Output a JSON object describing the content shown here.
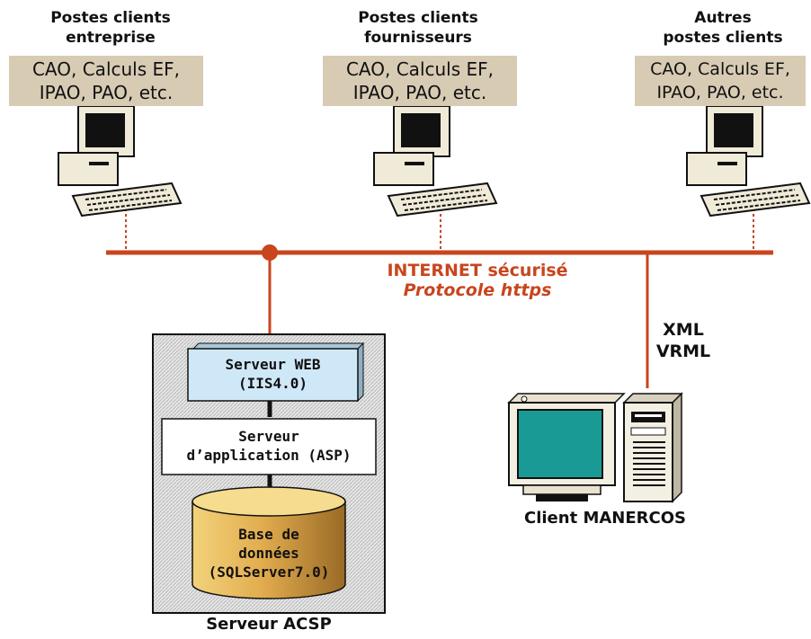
{
  "clients": [
    {
      "title": "Postes clients\nentreprise",
      "apps": "CAO, Calculs EF,\nIPAO, PAO, etc."
    },
    {
      "title": "Postes clients\nfournisseurs",
      "apps": "CAO, Calculs EF,\nIPAO, PAO, etc."
    },
    {
      "title": "Autres\npostes clients",
      "apps": "CAO, Calculs EF,\nIPAO, PAO, etc."
    }
  ],
  "network": {
    "line1": "INTERNET sécurisé",
    "line2": "Protocole https"
  },
  "protocols": {
    "line1": "XML",
    "line2": "VRML"
  },
  "server": {
    "web": "Serveur WEB\n(IIS4.0)",
    "app": "Serveur\nd’application (ASP)",
    "db": "Base de\ndonnées\n(SQLServer7.0)",
    "caption": "Serveur ACSP"
  },
  "manercos": {
    "caption": "Client MANERCOS"
  },
  "colors": {
    "network": "#c8451e",
    "tan": "#d8cbb4",
    "web_box": "#cfe8f8",
    "db": "#e0b25a",
    "screen": "#1a9a94"
  }
}
